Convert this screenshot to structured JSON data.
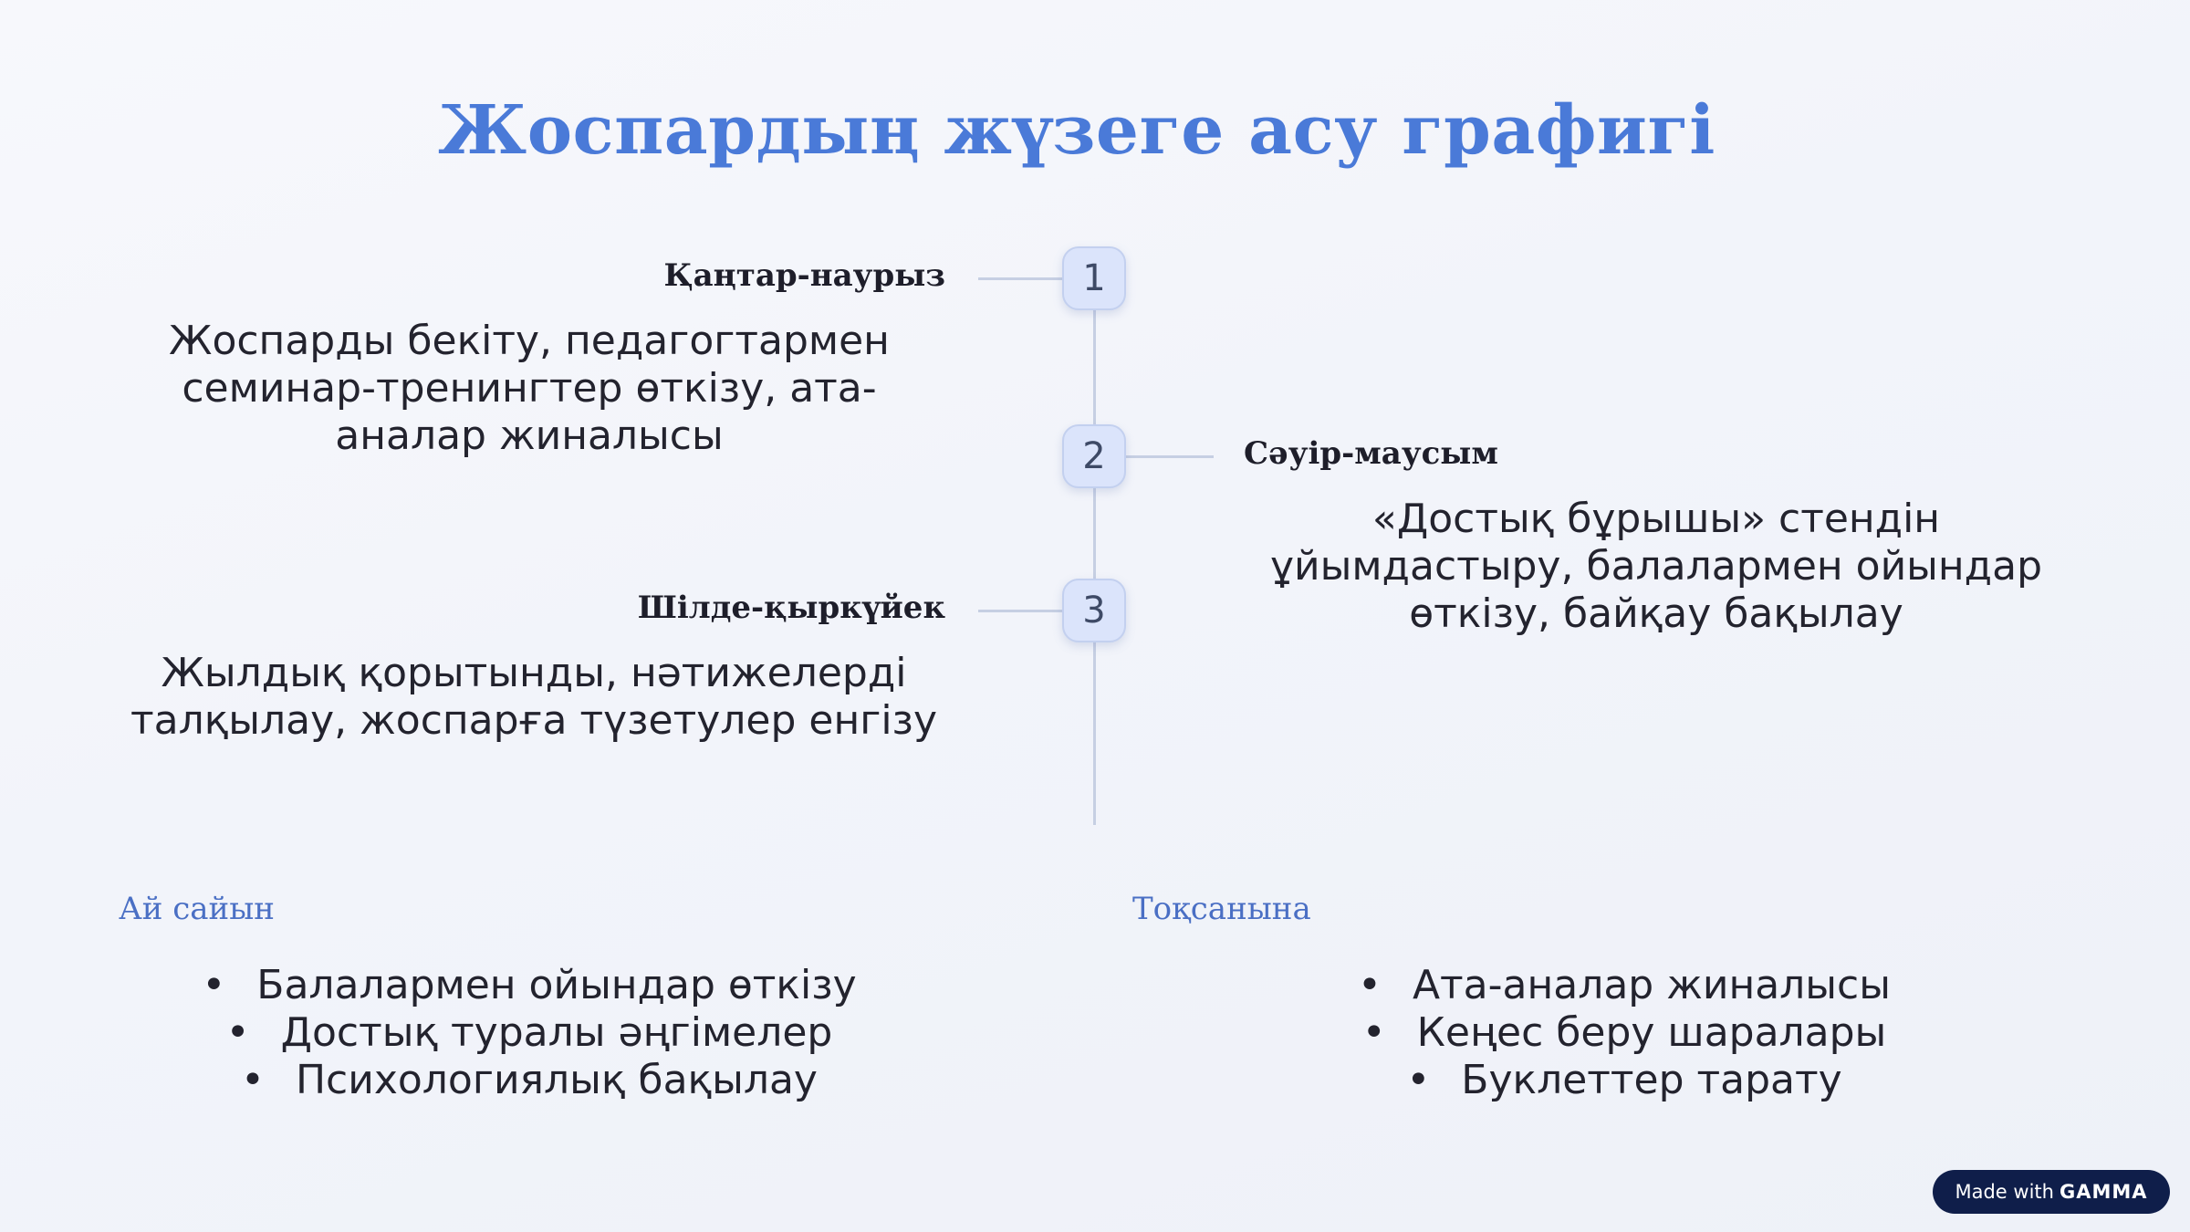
{
  "title": "Жоспардың жүзеге асу графигі",
  "timeline": [
    {
      "number": "1",
      "period": "Қаңтар-наурыз",
      "description": "Жоспарды бекіту, педагогтармен семинар-тренингтер өткізу, ата-аналар жиналысы"
    },
    {
      "number": "2",
      "period": "Сәуір-маусым",
      "description": "«Достық бұрышы» стендін ұйымдастыру, балалармен ойындар өткізу, байқау бақылау"
    },
    {
      "number": "3",
      "period": "Шілде-қыркүйек",
      "description": "Жылдық қорытынды, нәтижелерді талқылау, жоспарға түзетулер енгізу"
    }
  ],
  "sections": [
    {
      "title": "Ай сайын",
      "items": [
        "Балалармен ойындар өткізу",
        "Достық туралы әңгімелер",
        "Психологиялық бақылау"
      ]
    },
    {
      "title": "Тоқсанына",
      "items": [
        "Ата-аналар жиналысы",
        "Кеңес беру шаралары",
        "Буклеттер тарату"
      ]
    }
  ],
  "bullet_symbol": "•",
  "badge": {
    "prefix": "Made with",
    "brand": "GAMMA"
  },
  "colors": {
    "title": "#4a7ad8",
    "section_title": "#4a6fc4",
    "node_fill": "#dbe4fb",
    "line": "#c6cfe3",
    "badge_bg": "#0f1e4a"
  }
}
